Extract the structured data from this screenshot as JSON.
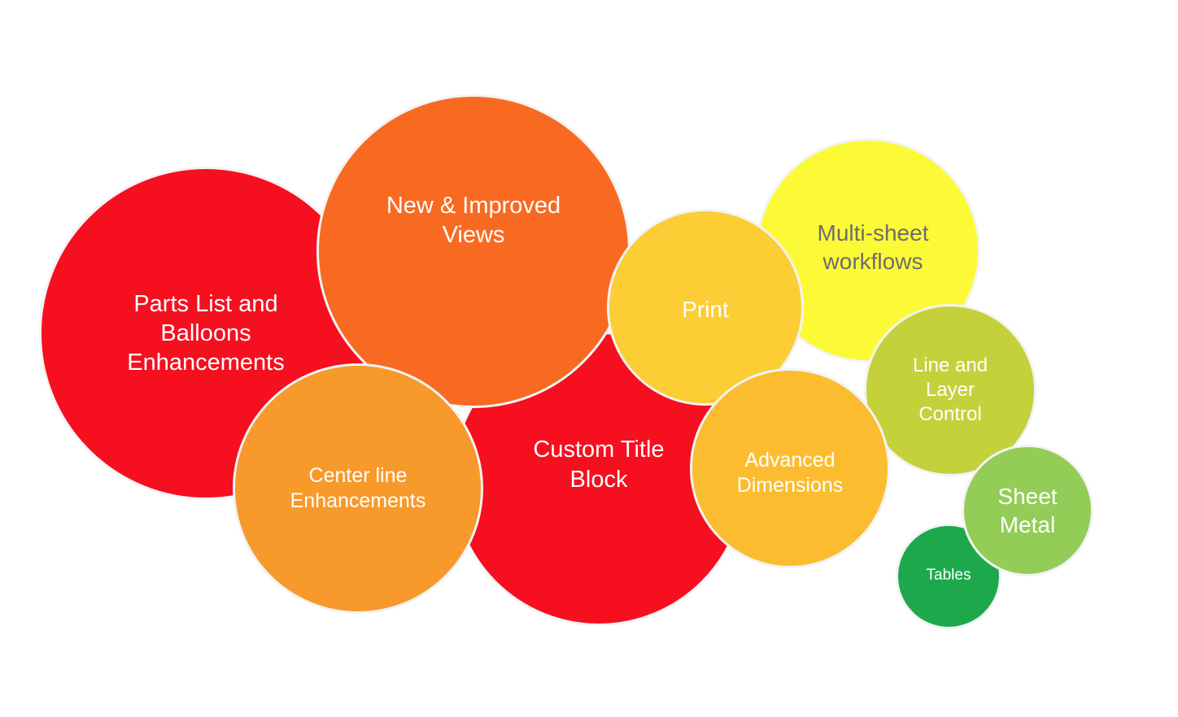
{
  "diagram": {
    "bubbles": [
      {
        "id": "parts-list",
        "label": "Parts List and\nBalloons\nEnhancements",
        "color": "#f60f1f",
        "text_color": "#ffffff"
      },
      {
        "id": "custom-title",
        "label": "Custom Title\nBlock",
        "color": "#f60f1f",
        "text_color": "#ffffff"
      },
      {
        "id": "new-views",
        "label": "New & Improved\nViews",
        "color": "#f86a22",
        "text_color": "#ffffff"
      },
      {
        "id": "center-line",
        "label": "Center line\nEnhancements",
        "color": "#f8992b",
        "text_color": "#ffffff"
      },
      {
        "id": "print",
        "label": "Print",
        "color": "#fccd35",
        "text_color": "#ffffff"
      },
      {
        "id": "multi-sheet",
        "label": "Multi-sheet\nworkflows",
        "color": "#fcfa37",
        "text_color": "#6d6d6d"
      },
      {
        "id": "advanced-dimensions",
        "label": "Advanced\nDimensions",
        "color": "#fbbd2f",
        "text_color": "#ffffff"
      },
      {
        "id": "line-layer",
        "label": "Line and\nLayer\nControl",
        "color": "#c4d13b",
        "text_color": "#ffffff"
      },
      {
        "id": "sheet-metal",
        "label": "Sheet\nMetal",
        "color": "#93cc56",
        "text_color": "#ffffff"
      },
      {
        "id": "tables",
        "label": "Tables",
        "color": "#1da84c",
        "text_color": "#ffffff"
      }
    ]
  }
}
